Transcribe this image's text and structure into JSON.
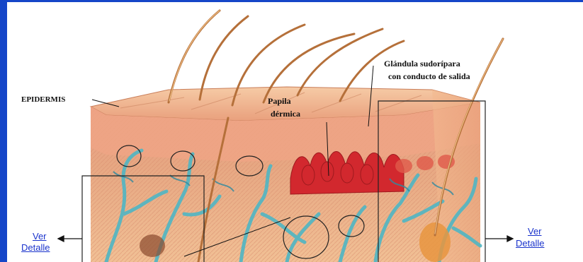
{
  "labels": {
    "epidermis": "EPIDERMIS",
    "papila_line1": "Papila",
    "papila_line2": "dérmica",
    "glandula_line1": "Glándula sudorípara",
    "glandula_line2": "con conducto de salida"
  },
  "links": {
    "left_line1": "Ver",
    "left_line2": "Detalle",
    "right_line1": "Ver",
    "right_line2": "Detalle"
  },
  "colors": {
    "frame": "#1546c8",
    "background": "#ffffff",
    "dermis": "#e8a27c",
    "epidermis": "#f0b894",
    "papillae": "#d2282e",
    "vessels": "#4fb6c4",
    "hair": "#b5703a",
    "link": "#1a33cc"
  }
}
